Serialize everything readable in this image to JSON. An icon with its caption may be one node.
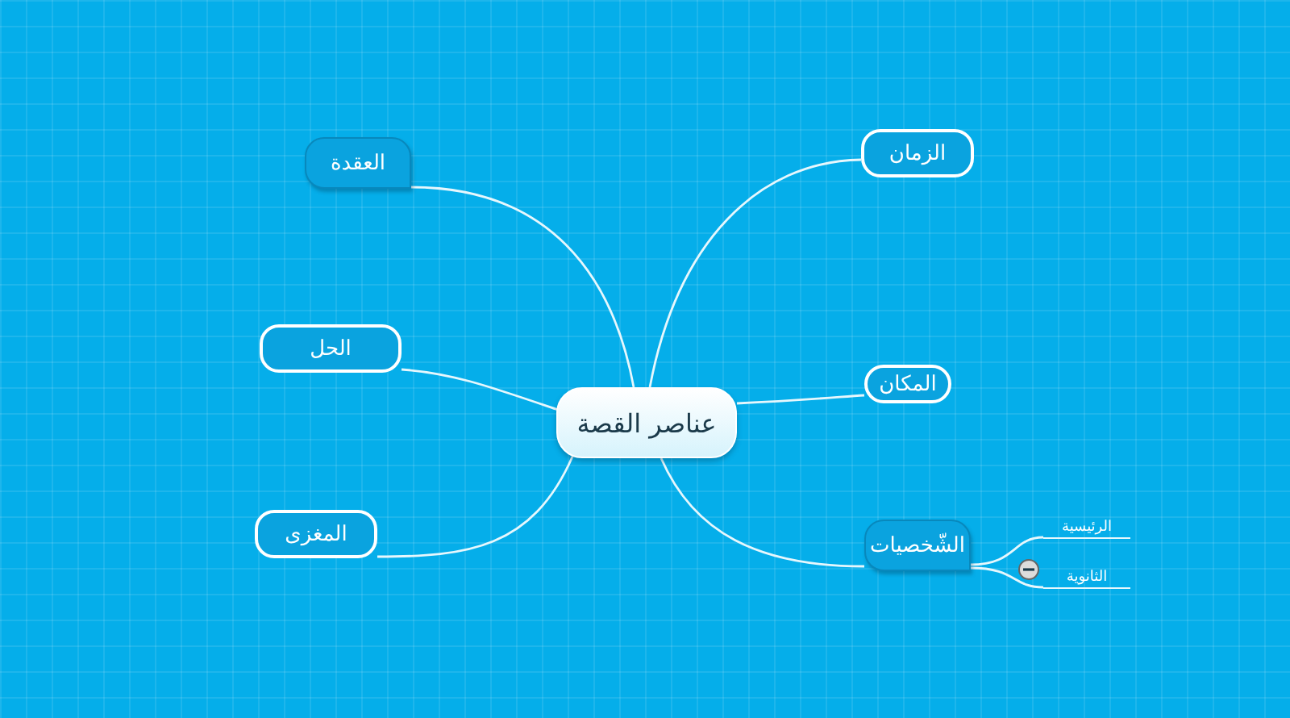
{
  "diagram": {
    "nodes": [
      {
        "text": [
          "عناصر القصة"
        ]
      },
      {
        "text": [
          "العقدة"
        ]
      },
      {
        "text": [
          "الحل"
        ]
      },
      {
        "text": [
          "المغزى"
        ]
      },
      {
        "text": [
          "الزمان"
        ]
      },
      {
        "text": [
          "المكان"
        ]
      },
      {
        "text": [
          "الشّخصيات"
        ]
      },
      {
        "text": [
          "الرئيسية"
        ]
      },
      {
        "text": [
          "الثانوية"
        ]
      }
    ],
    "edges": [
      {
        "from": 0,
        "to": 1,
        "arrow": "none"
      },
      {
        "from": 0,
        "to": 2,
        "arrow": "none"
      },
      {
        "from": 0,
        "to": 3,
        "arrow": "none"
      },
      {
        "from": 0,
        "to": 4,
        "arrow": "none"
      },
      {
        "from": 0,
        "to": 5,
        "arrow": "none"
      },
      {
        "from": 0,
        "to": 6,
        "arrow": "none"
      },
      {
        "from": 6,
        "to": 7,
        "arrow": "none"
      },
      {
        "from": 6,
        "to": 8,
        "arrow": "none"
      }
    ]
  }
}
